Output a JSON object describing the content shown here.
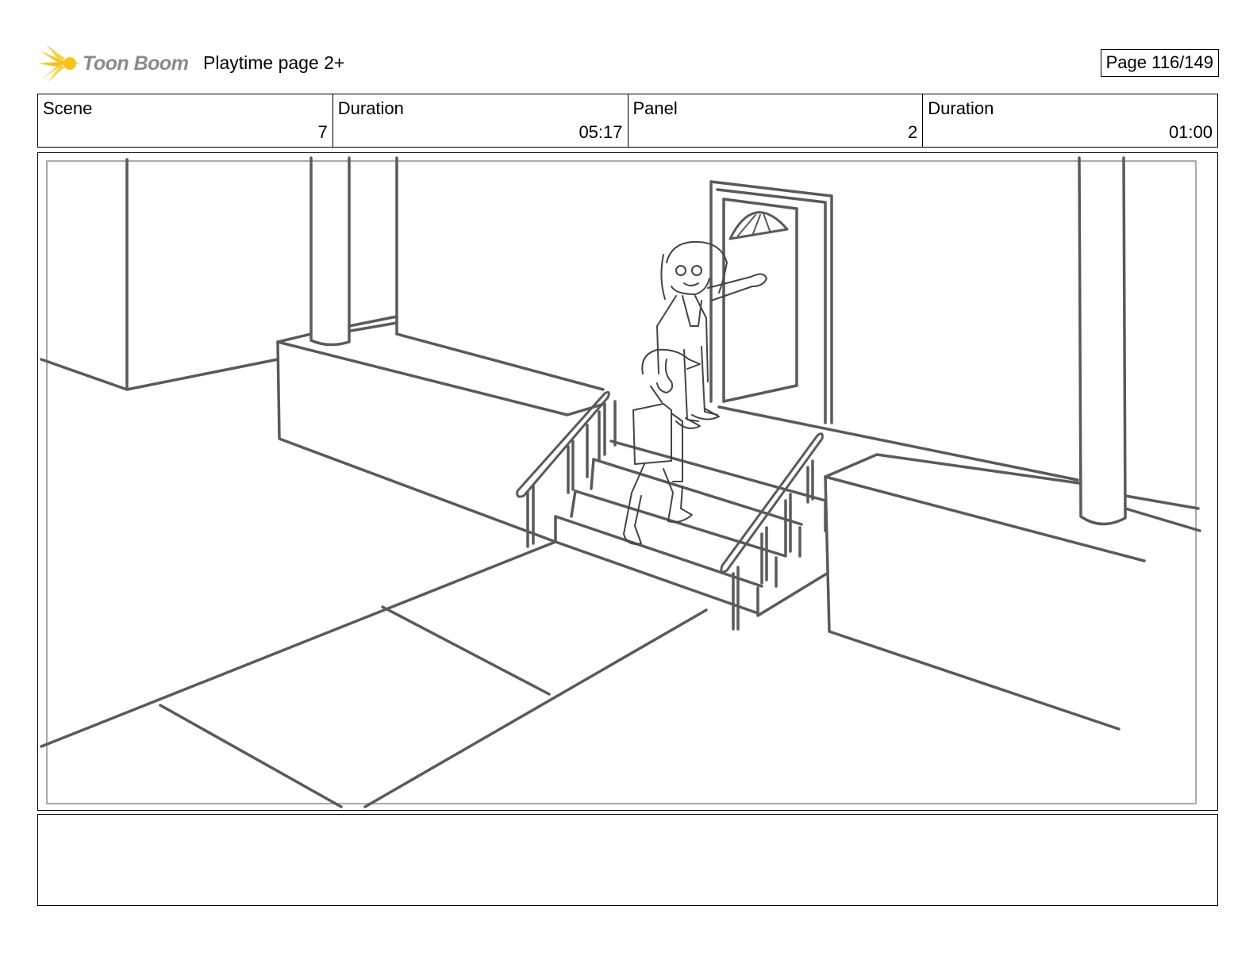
{
  "header": {
    "logo_text": "Toon Boom",
    "project_title": "Playtime page 2+",
    "page_indicator": "Page 116/149"
  },
  "info": {
    "scene_label": "Scene",
    "scene_value": "7",
    "scene_duration_label": "Duration",
    "scene_duration_value": "05:17",
    "panel_label": "Panel",
    "panel_value": "2",
    "panel_duration_label": "Duration",
    "panel_duration_value": "01:00"
  },
  "colors": {
    "logo_yellow": "#f6c21b",
    "logo_text": "#8a8a8a",
    "sketch_line": "#5a5a5a"
  }
}
